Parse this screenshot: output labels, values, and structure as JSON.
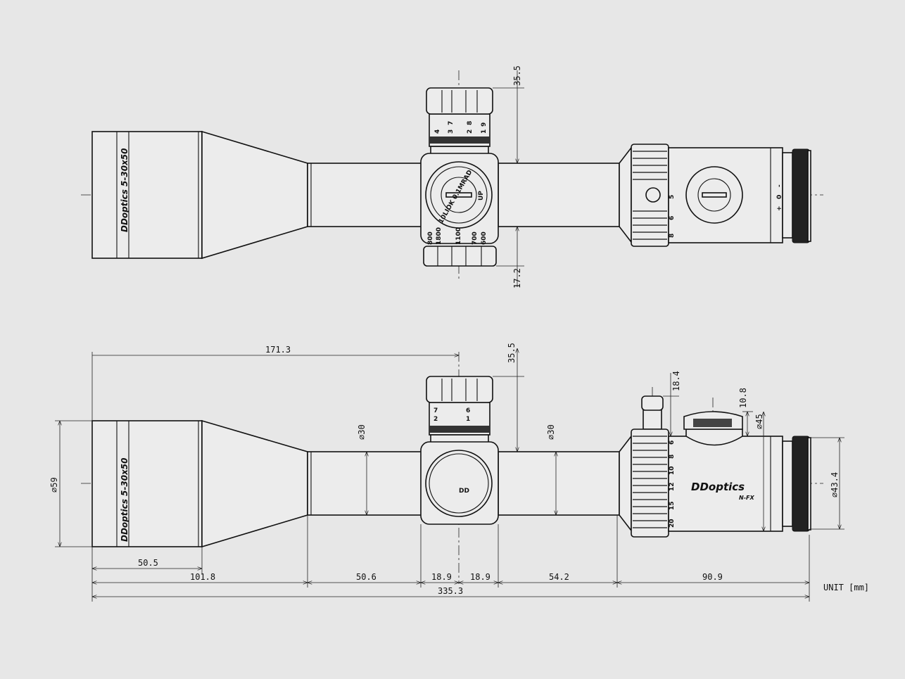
{
  "top_view": {
    "model_label": "DDoptics 5-30x50",
    "elevation_scale": [
      "4",
      "3",
      "7",
      "2",
      "8",
      "1",
      "9"
    ],
    "windage_dial_text": "10LIOK 0.1MRAD",
    "windage_up": "UP",
    "bottom_scale": [
      "800",
      "1800",
      "1100",
      "700",
      "600"
    ],
    "parallax_marks": [
      "+",
      "0",
      "-"
    ],
    "power_scale": [
      "5",
      "6",
      "8"
    ],
    "dims": {
      "turret_height_top": "35.5",
      "turret_height_bottom": "17.2"
    }
  },
  "side_view": {
    "model_label": "DDoptics 5-30x50",
    "brand": "DDoptics",
    "sub_brand": "N-FX",
    "logo_text": "DD",
    "turret_scale": [
      "7",
      "6",
      "2",
      "1"
    ],
    "power_scale": [
      "6",
      "8",
      "10",
      "12",
      "15",
      "20"
    ],
    "dims": {
      "to_turret_center": "171.3",
      "turret_height": "35.5",
      "tube_dia_front": "⌀30",
      "tube_dia_rear": "⌀30",
      "objective_dia": "⌀59",
      "eyepiece_dia": "⌀43.4",
      "body_dia": "⌀45",
      "power_lever": "18.4",
      "parallax_height": "10.8",
      "bell_length": "50.5",
      "objective_to_tube": "101.8",
      "tube_front": "50.6",
      "turret_half_front": "18.9",
      "turret_half_rear": "18.9",
      "tube_rear": "54.2",
      "eyepiece_length": "90.9",
      "overall_length": "335.3"
    },
    "unit": "UNIT [mm]"
  }
}
